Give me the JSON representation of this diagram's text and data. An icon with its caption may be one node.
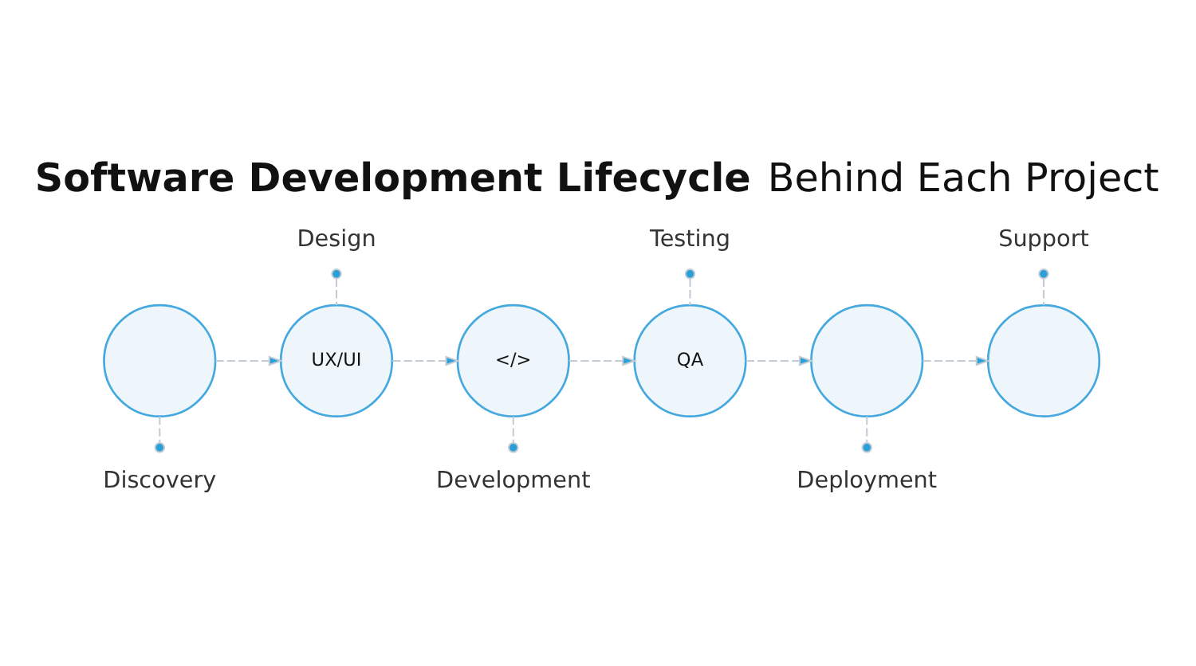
{
  "diagram": {
    "title": "**Software Development Lifecycle** Behind Each Project",
    "nodes": [
      {
        "text": [
          "Design"
        ]
      },
      {
        "text": [
          "Testing"
        ]
      },
      {
        "text": [
          "Support"
        ]
      },
      {
        "text": [],
        "shape": "circle"
      },
      {
        "text": [
          "UX/UI"
        ]
      },
      {
        "text": [
          "</>"
        ]
      },
      {
        "text": [
          "QA"
        ]
      },
      {
        "text": [],
        "shape": "circle"
      },
      {
        "text": [],
        "shape": "circle"
      },
      {
        "text": [
          "Discovery"
        ]
      },
      {
        "text": [
          "Development"
        ]
      },
      {
        "text": [
          "Deployment"
        ]
      }
    ],
    "edges": [
      {
        "from": 3,
        "to": 4,
        "arrow": "to",
        "style": "dashed"
      },
      {
        "from": 4,
        "to": 5,
        "arrow": "to",
        "style": "dashed"
      },
      {
        "from": 5,
        "to": 6,
        "arrow": "to",
        "style": "dashed"
      },
      {
        "from": 6,
        "to": 7,
        "arrow": "to",
        "style": "dashed"
      },
      {
        "from": 7,
        "to": 8,
        "arrow": "to",
        "style": "dashed"
      },
      {
        "from": 0,
        "to": 4,
        "arrow": "other",
        "style": "dashed"
      },
      {
        "from": 1,
        "to": 6,
        "arrow": "other",
        "style": "dashed"
      },
      {
        "from": 2,
        "to": 8,
        "arrow": "other",
        "style": "dashed"
      },
      {
        "from": 3,
        "to": 9,
        "arrow": "other",
        "style": "dashed"
      },
      {
        "from": 5,
        "to": 10,
        "arrow": "other",
        "style": "dashed"
      },
      {
        "from": 7,
        "to": 11,
        "arrow": "other",
        "style": "dashed"
      }
    ]
  }
}
